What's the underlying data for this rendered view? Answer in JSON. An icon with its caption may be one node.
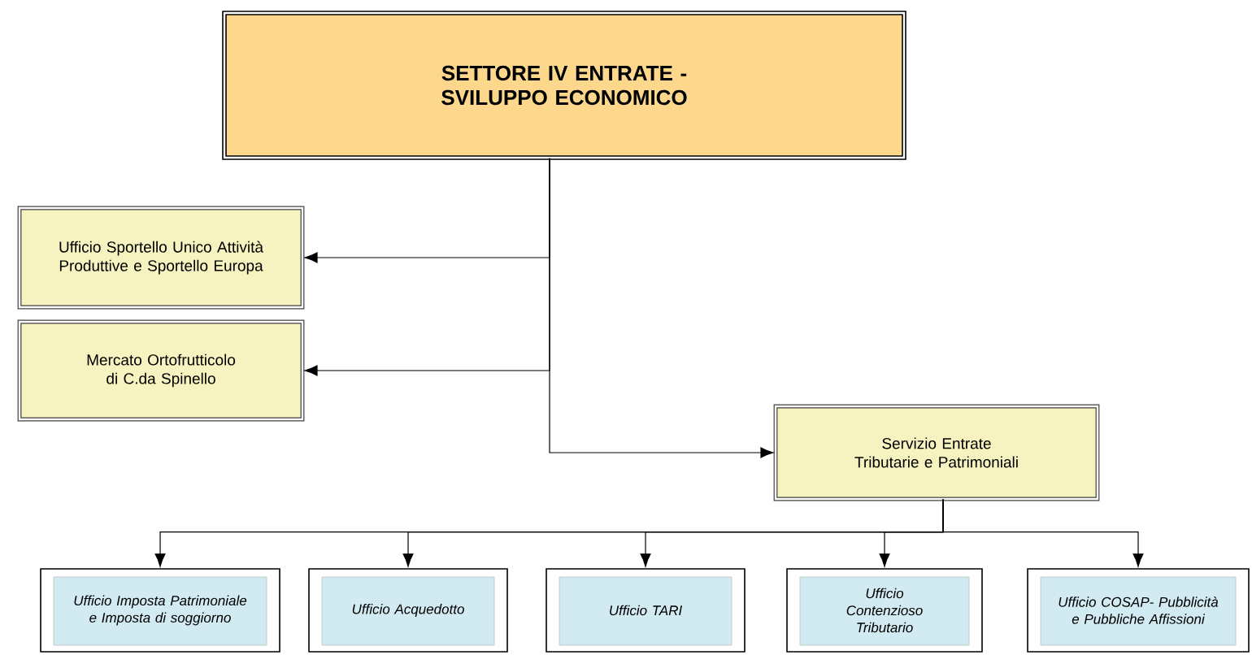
{
  "diagram": {
    "nodes": [
      {
        "text": [
          "SETTORE IV ENTRATE - SVILUPPO ECONOMICO"
        ]
      },
      {
        "text": [
          "Ufficio Sportello Unico Attività Produttive e Sportello Europa"
        ]
      },
      {
        "text": [
          "Mercato Ortofrutticolo di C.da Spinello"
        ]
      },
      {
        "text": [
          "Servizio Entrate Tributarie e Patrimoniali"
        ]
      },
      {
        "text": [
          "Ufficio Imposta Patrimoniale e Imposta di soggiorno"
        ]
      },
      {
        "text": [
          "Ufficio Acquedotto"
        ]
      },
      {
        "text": [
          "Ufficio TARI"
        ]
      },
      {
        "text": [
          "Ufficio Contenzioso Tributario"
        ]
      },
      {
        "text": [
          "Ufficio COSAP- Pubblicità e Pubbliche Affissioni"
        ]
      }
    ],
    "edges": [
      {
        "from": 0,
        "to": 1,
        "arrow": "to"
      },
      {
        "from": 0,
        "to": 2,
        "arrow": "to"
      },
      {
        "from": 0,
        "to": 3,
        "arrow": "to"
      },
      {
        "from": 3,
        "to": 4,
        "arrow": "to"
      },
      {
        "from": 3,
        "to": 5,
        "arrow": "to"
      },
      {
        "from": 3,
        "to": 6,
        "arrow": "to"
      },
      {
        "from": 3,
        "to": 7,
        "arrow": "to"
      },
      {
        "from": 3,
        "to": 8,
        "arrow": "to"
      }
    ]
  }
}
